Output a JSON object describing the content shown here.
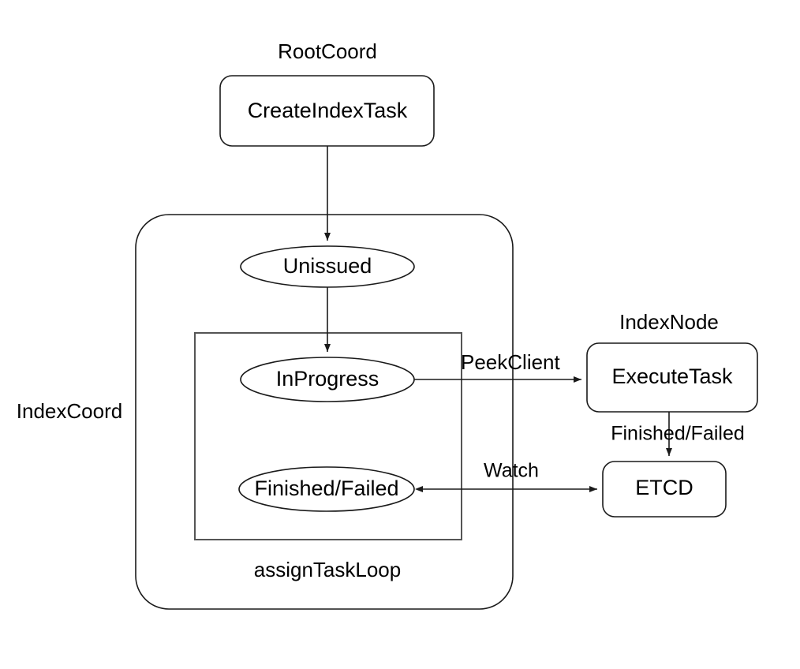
{
  "diagram": {
    "title_nodes": {
      "root_coord": "RootCoord",
      "index_node": "IndexNode",
      "index_coord": "IndexCoord",
      "assign_task_loop": "assignTaskLoop"
    },
    "boxes": [
      {
        "id": "create-index-task",
        "label": "CreateIndexTask",
        "shape": "rounded-rect"
      },
      {
        "id": "execute-task",
        "label": "ExecuteTask",
        "shape": "rounded-rect"
      },
      {
        "id": "etcd",
        "label": "ETCD",
        "shape": "rounded-rect"
      }
    ],
    "states": [
      {
        "id": "unissued",
        "label": "Unissued",
        "shape": "ellipse"
      },
      {
        "id": "in-progress",
        "label": "InProgress",
        "shape": "ellipse"
      },
      {
        "id": "finished-failed",
        "label": "Finished/Failed",
        "shape": "ellipse"
      }
    ],
    "containers": [
      {
        "id": "index-coord",
        "label": "IndexCoord",
        "shape": "rounded-rect",
        "label_position": "outside-left"
      },
      {
        "id": "assign-task-loop",
        "label": "assignTaskLoop",
        "shape": "rect",
        "label_position": "below"
      }
    ],
    "edges": [
      {
        "id": "create-to-unissued",
        "label": "",
        "from": "create-index-task",
        "to": "unissued",
        "direction": "forward"
      },
      {
        "id": "unissued-to-inprogress",
        "label": "",
        "from": "unissued",
        "to": "in-progress",
        "direction": "forward"
      },
      {
        "id": "inprogress-to-executetask",
        "label": "PeekClient",
        "from": "in-progress",
        "to": "execute-task",
        "direction": "forward"
      },
      {
        "id": "executetask-to-etcd",
        "label": "Finished/Failed",
        "from": "execute-task",
        "to": "etcd",
        "direction": "forward"
      },
      {
        "id": "etcd-to-finished",
        "label": "Watch",
        "from": "etcd",
        "to": "finished-failed",
        "direction": "bidirectional"
      }
    ],
    "colors": {
      "stroke": "#1a1a1a",
      "stroke_gray": "#555555",
      "fill": "#ffffff",
      "text": "#000000"
    }
  }
}
